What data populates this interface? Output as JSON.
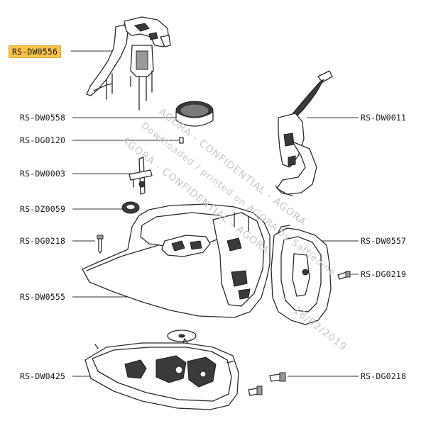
{
  "labels": {
    "dw0556": "RS-DW0556",
    "dw0558": "RS-DW0558",
    "dg0120": "RS-DG0120",
    "dw0003": "RS-DW0003",
    "dz0059": "RS-DZ0059",
    "dg0218_left": "RS-DG0218",
    "dw0555": "RS-DW0555",
    "dw0425": "RS-DW0425",
    "dw0011": "RS-DW0011",
    "dw0557": "RS-DW0557",
    "dg0219": "RS-DG0219",
    "dg0218_right": "RS-DG0218"
  },
  "watermark": {
    "line1": "AGORA - CONFIDENTIAL - AGORA",
    "line2": "Downloaded / printed on AGORA by Saffiedine",
    "line3": "AGORA - CONFIDENTIAL - AGORA",
    "date": "18/02/2019"
  },
  "colors": {
    "highlight": "#f7c248",
    "line": "#333333",
    "watermark": "#c8c8c8"
  }
}
